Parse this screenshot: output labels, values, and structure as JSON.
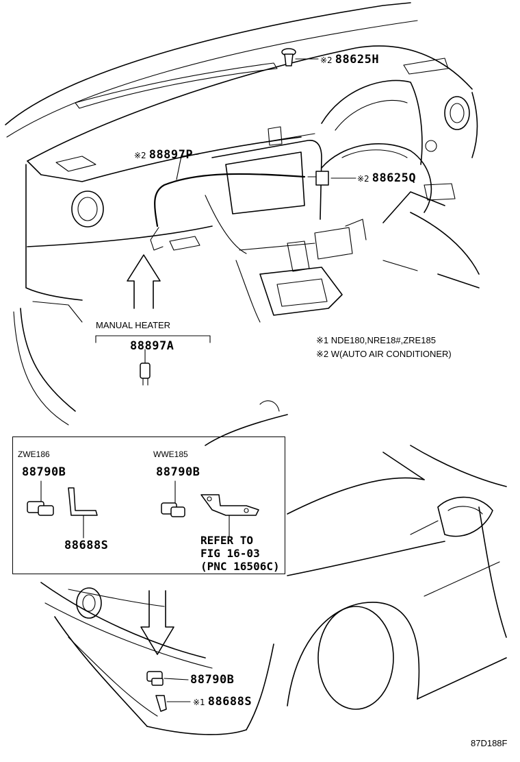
{
  "callouts": {
    "p88625H": {
      "mark": "※2",
      "part": "88625H"
    },
    "p88897P": {
      "mark": "※2",
      "part": "88897P"
    },
    "p88625Q": {
      "mark": "※2",
      "part": "88625Q"
    },
    "manual_heater_label": "MANUAL HEATER",
    "p88897A": {
      "part": "88897A"
    },
    "p88790B_car": {
      "part": "88790B"
    },
    "p88688S_car": {
      "mark": "※1",
      "part": "88688S"
    }
  },
  "notes": {
    "note1": "※1 NDE180,NRE18#,ZRE185",
    "note2": "※2 W(AUTO AIR CONDITIONER)"
  },
  "inset": {
    "left_group": {
      "heading": "ZWE186",
      "upper_part": "88790B",
      "lower_part": "88688S"
    },
    "right_group": {
      "heading": "WWE185",
      "upper_part": "88790B",
      "refer_line1": "REFER TO",
      "refer_line2": "FIG 16-03",
      "refer_line3": "(PNC 16506C)"
    }
  },
  "footer": {
    "figure_code": "87D188F"
  }
}
